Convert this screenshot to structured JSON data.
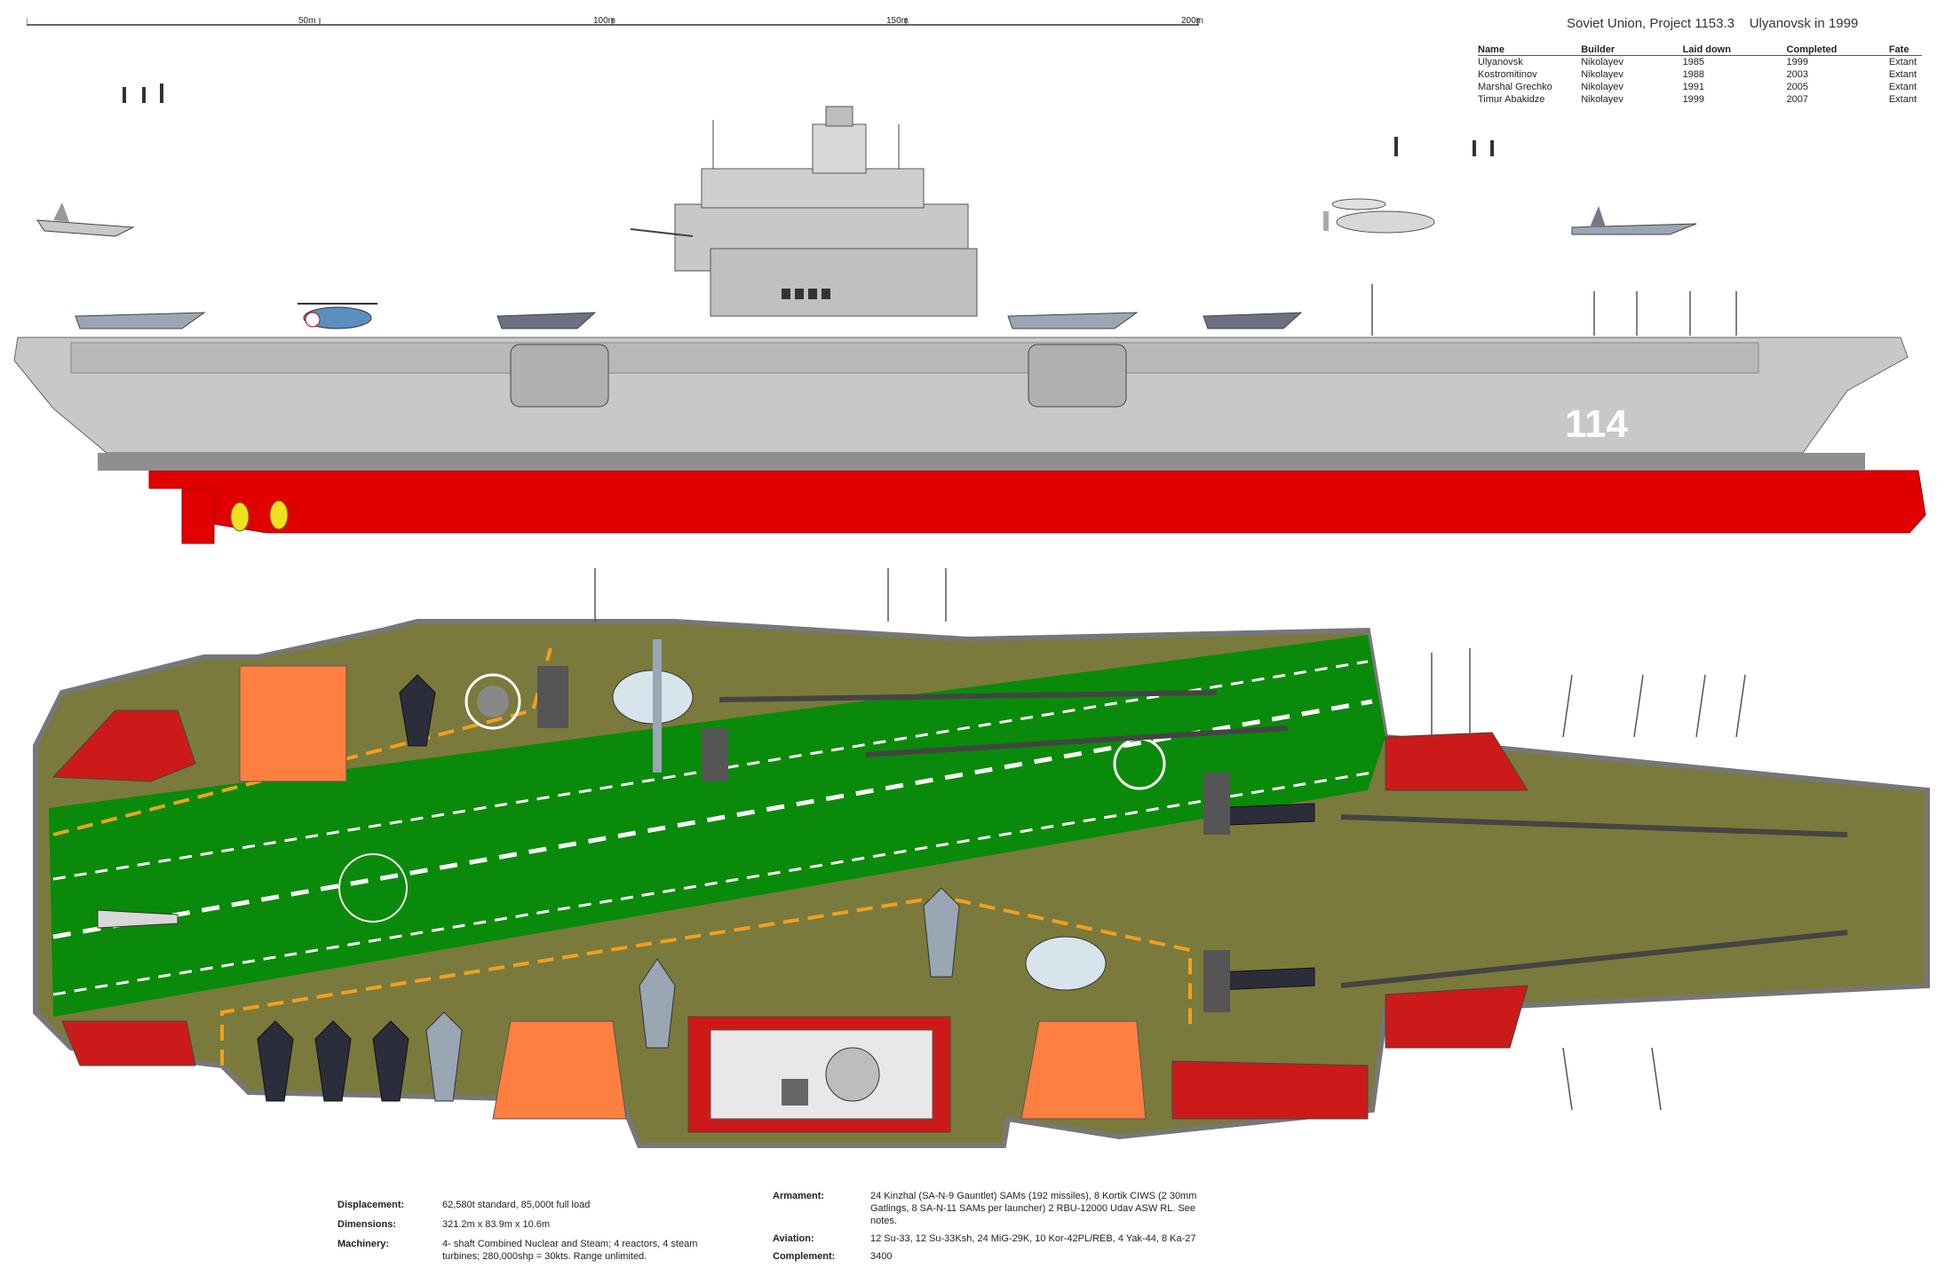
{
  "header": {
    "title_left": "Soviet Union, Project 1153.3",
    "title_right": "Ulyanovsk in 1999"
  },
  "scale": {
    "labels": [
      "50m",
      "100m",
      "150m",
      "200m"
    ]
  },
  "ship_table": {
    "headers": [
      "Name",
      "Builder",
      "Laid down",
      "Completed",
      "Fate"
    ],
    "rows": [
      [
        "Ulyanovsk",
        "Nikolayev",
        "1985",
        "1999",
        "Extant"
      ],
      [
        "Kostromitinov",
        "Nikolayev",
        "1988",
        "2003",
        "Extant"
      ],
      [
        "Marshal Grechko",
        "Nikolayev",
        "1991",
        "2005",
        "Extant"
      ],
      [
        "Timur Abakidze",
        "Nikolayev",
        "1999",
        "2007",
        "Extant"
      ]
    ]
  },
  "hull_number": "114",
  "specs_left": [
    {
      "label": "Displacement:",
      "value": "62,580t standard, 85,000t full load"
    },
    {
      "label": "Dimensions:",
      "value": "321.2m x 83.9m x 10.6m"
    },
    {
      "label": "Machinery:",
      "value": "4- shaft Combined Nuclear and Steam; 4 reactors, 4 steam turbines; 280,000shp = 30kts. Range unlimited."
    }
  ],
  "specs_right": [
    {
      "label": "Armament:",
      "value": "24 Kinzhal (SA-N-9 Gauntlet) SAMs (192 missiles), 8 Kortik CIWS (2 30mm Gatlings, 8 SA-N-11 SAMs per launcher) 2 RBU-12000 Udav ASW RL. See notes."
    },
    {
      "label": "Aviation:",
      "value": "12 Su-33, 12 Su-33Ksh, 24 MiG-29K, 10 Kor-42PL/REB, 4 Yak-44, 8 Ka-27"
    },
    {
      "label": "Complement:",
      "value": "3400"
    }
  ],
  "colors": {
    "hull_gray": "#c8c8c8",
    "hull_dark": "#8f8f8f",
    "waterline_red": "#e00000",
    "deck_olive": "#7a7a3c",
    "runway_green": "#0a8a0a",
    "elevator_orange": "#ff7f40",
    "deck_red": "#cc1a1a",
    "marking_orange": "#f0a020",
    "propeller_yellow": "#f0e020"
  }
}
